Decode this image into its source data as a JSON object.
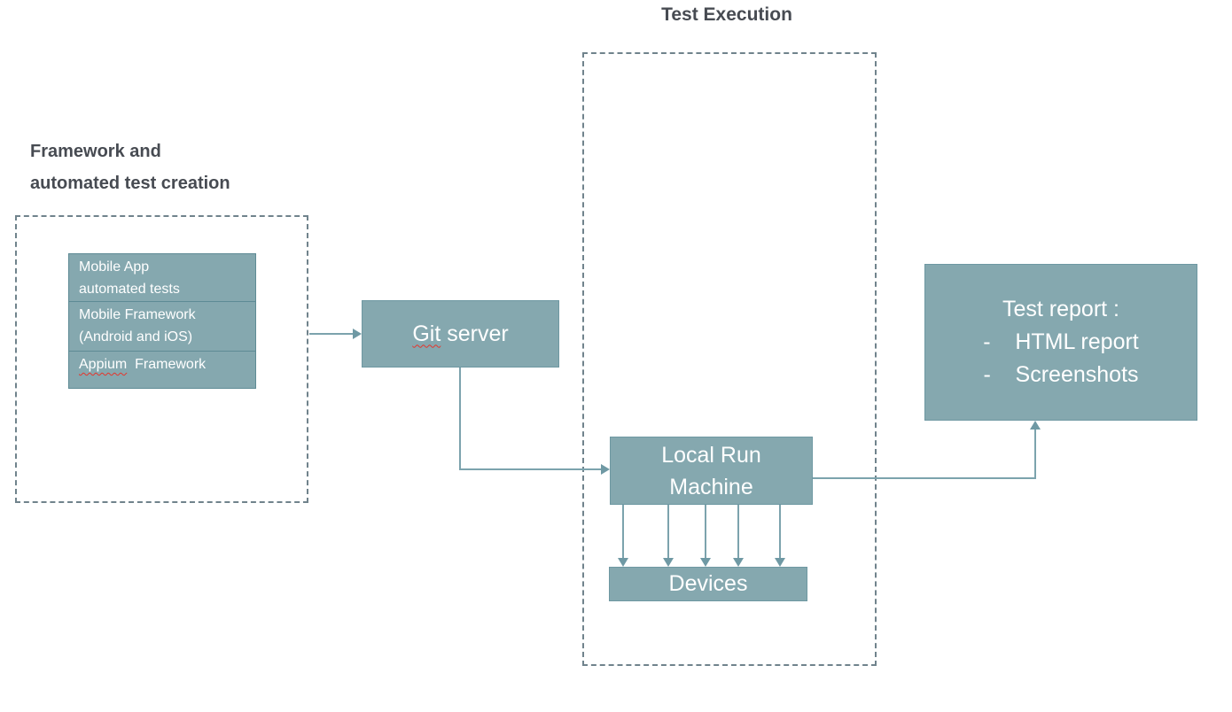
{
  "title": "Test Execution",
  "left_section": {
    "heading_line1": "Framework and",
    "heading_line2": "automated test creation",
    "stack": {
      "cells": [
        {
          "lines": [
            "Mobile App",
            "automated tests"
          ]
        },
        {
          "lines": [
            "Mobile Framework",
            "(Android and iOS)"
          ]
        },
        {
          "misspelled": "Appium",
          "rest": "  Framework"
        }
      ]
    }
  },
  "git_server": {
    "misspelled": "Git",
    "rest": " server"
  },
  "execution": {
    "local_run_machine_line1": "Local Run",
    "local_run_machine_line2": "Machine",
    "devices": "Devices"
  },
  "test_report": {
    "line1": "Test report :",
    "line2": "-    HTML report",
    "line3": "-    Screenshots"
  },
  "colors": {
    "box_fill": "#85a8af",
    "box_border": "#6e98a2",
    "line": "#7ca3ad",
    "arrowhead": "#6f99a4",
    "dashed_border": "#70838c",
    "heading_text": "#474b52",
    "box_text": "#ffffff",
    "squiggle": "#e5352c"
  }
}
